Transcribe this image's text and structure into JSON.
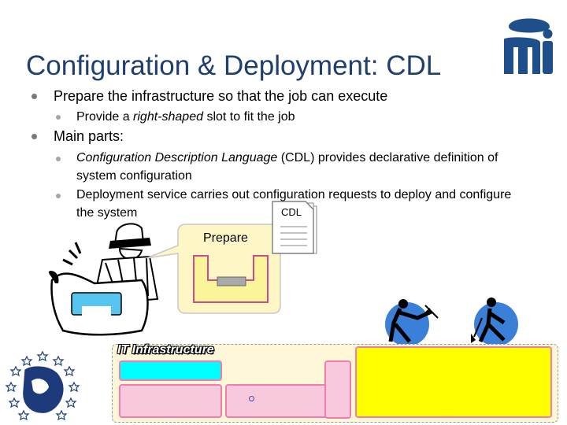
{
  "slide": {
    "title": "Configuration & Deployment: CDL",
    "bullets": [
      {
        "text": "Prepare the infrastructure so that the job can execute",
        "sub": [
          {
            "pre": "Provide a ",
            "em": "right-shaped",
            "post": " slot to fit the job"
          }
        ]
      },
      {
        "text": "Main parts:",
        "sub": [
          {
            "em": "Configuration Description Language",
            "post": " (CDL) provides declarative definition of system configuration"
          },
          {
            "text": "Deployment service carries out configuration requests to deploy and configure the system"
          }
        ]
      }
    ]
  },
  "diagram": {
    "callout_label": "Prepare",
    "document_label": "CDL",
    "infrastructure_label": "IT Infrastructure"
  },
  "colors": {
    "title": "#1f3f6e",
    "callout_fill": "#fef6c4",
    "slot_fill": "#fbf59a",
    "cyan_block": "#00ffff",
    "pink_block": "#f8c9dc",
    "pink_border": "#f07cb0",
    "yellow_block": "#ffff00",
    "infra_fill": "#fdf7d8"
  },
  "icons": [
    "mii-logo-icon",
    "cdl-document-icon",
    "worker-with-blueprint-icon",
    "worker-with-pickaxe-icon",
    "worker-with-shovel-icon",
    "eu-stars-globe-icon"
  ]
}
